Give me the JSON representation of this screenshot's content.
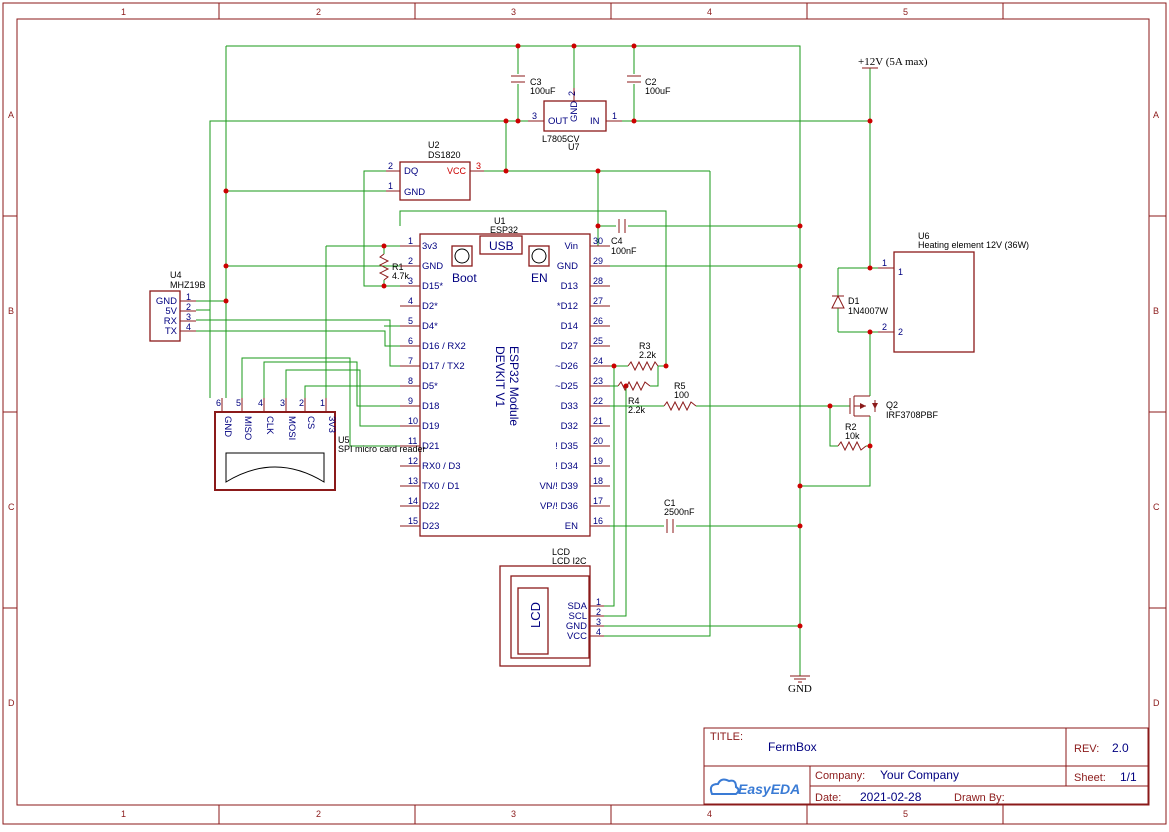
{
  "frame": {
    "col_labels": [
      "1",
      "2",
      "3",
      "4",
      "5"
    ],
    "row_labels": [
      "A",
      "B",
      "C",
      "D"
    ]
  },
  "title_block": {
    "title_label": "TITLE:",
    "title": "FermBox",
    "rev_label": "REV:",
    "rev": "2.0",
    "company_label": "Company:",
    "company": "Your Company",
    "sheet_label": "Sheet:",
    "sheet": "1/1",
    "date_label": "Date:",
    "date": "2021-02-28",
    "drawn_label": "Drawn By:",
    "logo_text": "EasyEDA"
  },
  "power": {
    "supply": "+12V (5A max)",
    "ground": "GND"
  },
  "u1": {
    "ref": "U1",
    "value": "ESP32",
    "body_lines": [
      "ESP32 Module",
      "DEVKIT V1"
    ],
    "usb": "USB",
    "boot": "Boot",
    "en": "EN",
    "left_pins": [
      {
        "n": "1",
        "l": "3v3"
      },
      {
        "n": "2",
        "l": "GND"
      },
      {
        "n": "3",
        "l": "D15*"
      },
      {
        "n": "4",
        "l": "D2*"
      },
      {
        "n": "5",
        "l": "D4*"
      },
      {
        "n": "6",
        "l": "D16 / RX2"
      },
      {
        "n": "7",
        "l": "D17 / TX2"
      },
      {
        "n": "8",
        "l": "D5*"
      },
      {
        "n": "9",
        "l": "D18"
      },
      {
        "n": "10",
        "l": "D19"
      },
      {
        "n": "11",
        "l": "D21"
      },
      {
        "n": "12",
        "l": "RX0 / D3"
      },
      {
        "n": "13",
        "l": "TX0 / D1"
      },
      {
        "n": "14",
        "l": "D22"
      },
      {
        "n": "15",
        "l": "D23"
      }
    ],
    "right_pins": [
      {
        "n": "30",
        "l": "Vin"
      },
      {
        "n": "29",
        "l": "GND"
      },
      {
        "n": "28",
        "l": "D13"
      },
      {
        "n": "27",
        "l": "*D12"
      },
      {
        "n": "26",
        "l": "D14"
      },
      {
        "n": "25",
        "l": "D27"
      },
      {
        "n": "24",
        "l": "~D26"
      },
      {
        "n": "23",
        "l": "~D25"
      },
      {
        "n": "22",
        "l": "D33"
      },
      {
        "n": "21",
        "l": "D32"
      },
      {
        "n": "20",
        "l": "! D35"
      },
      {
        "n": "19",
        "l": "! D34"
      },
      {
        "n": "18",
        "l": "VN/! D39"
      },
      {
        "n": "17",
        "l": "VP/! D36"
      },
      {
        "n": "16",
        "l": "EN"
      }
    ]
  },
  "u2": {
    "ref": "U2",
    "value": "DS1820",
    "p1": "1",
    "p1l": "GND",
    "p2": "2",
    "p2l": "DQ",
    "p3": "3",
    "p3l": "VCC"
  },
  "u4": {
    "ref": "U4",
    "value": "MHZ19B",
    "pins": [
      {
        "n": "1",
        "l": "GND"
      },
      {
        "n": "2",
        "l": "5V"
      },
      {
        "n": "3",
        "l": "RX"
      },
      {
        "n": "4",
        "l": "TX"
      }
    ]
  },
  "u5": {
    "ref": "U5",
    "value": "SPI micro card reader",
    "pins": [
      {
        "n": "6",
        "l": "GND"
      },
      {
        "n": "5",
        "l": "MISO"
      },
      {
        "n": "4",
        "l": "CLK"
      },
      {
        "n": "3",
        "l": "MOSI"
      },
      {
        "n": "2",
        "l": "CS"
      },
      {
        "n": "1",
        "l": "3V3"
      }
    ]
  },
  "u6": {
    "ref": "U6",
    "value": "Heating element 12V (36W)",
    "p1": "1",
    "p2": "2"
  },
  "u7": {
    "ref": "U7",
    "value": "L7805CV",
    "out": "OUT",
    "in": "IN",
    "gnd": "GND",
    "p1": "1",
    "p2": "2",
    "p3": "3"
  },
  "lcd": {
    "ref": "LCD",
    "value": "LCD I2C",
    "label": "LCD",
    "pins": [
      {
        "n": "1",
        "l": "SDA"
      },
      {
        "n": "2",
        "l": "SCL"
      },
      {
        "n": "3",
        "l": "GND"
      },
      {
        "n": "4",
        "l": "VCC"
      }
    ]
  },
  "c1": {
    "ref": "C1",
    "value": "2500nF"
  },
  "c2": {
    "ref": "C2",
    "value": "100uF"
  },
  "c3": {
    "ref": "C3",
    "value": "100uF"
  },
  "c4": {
    "ref": "C4",
    "value": "100nF"
  },
  "r1": {
    "ref": "R1",
    "value": "4.7k"
  },
  "r2": {
    "ref": "R2",
    "value": "10k"
  },
  "r3": {
    "ref": "R3",
    "value": "2.2k"
  },
  "r4": {
    "ref": "R4",
    "value": "2.2k"
  },
  "r5": {
    "ref": "R5",
    "value": "100"
  },
  "d1": {
    "ref": "D1",
    "value": "1N4007W"
  },
  "q2": {
    "ref": "Q2",
    "value": "IRF3708PBF"
  }
}
